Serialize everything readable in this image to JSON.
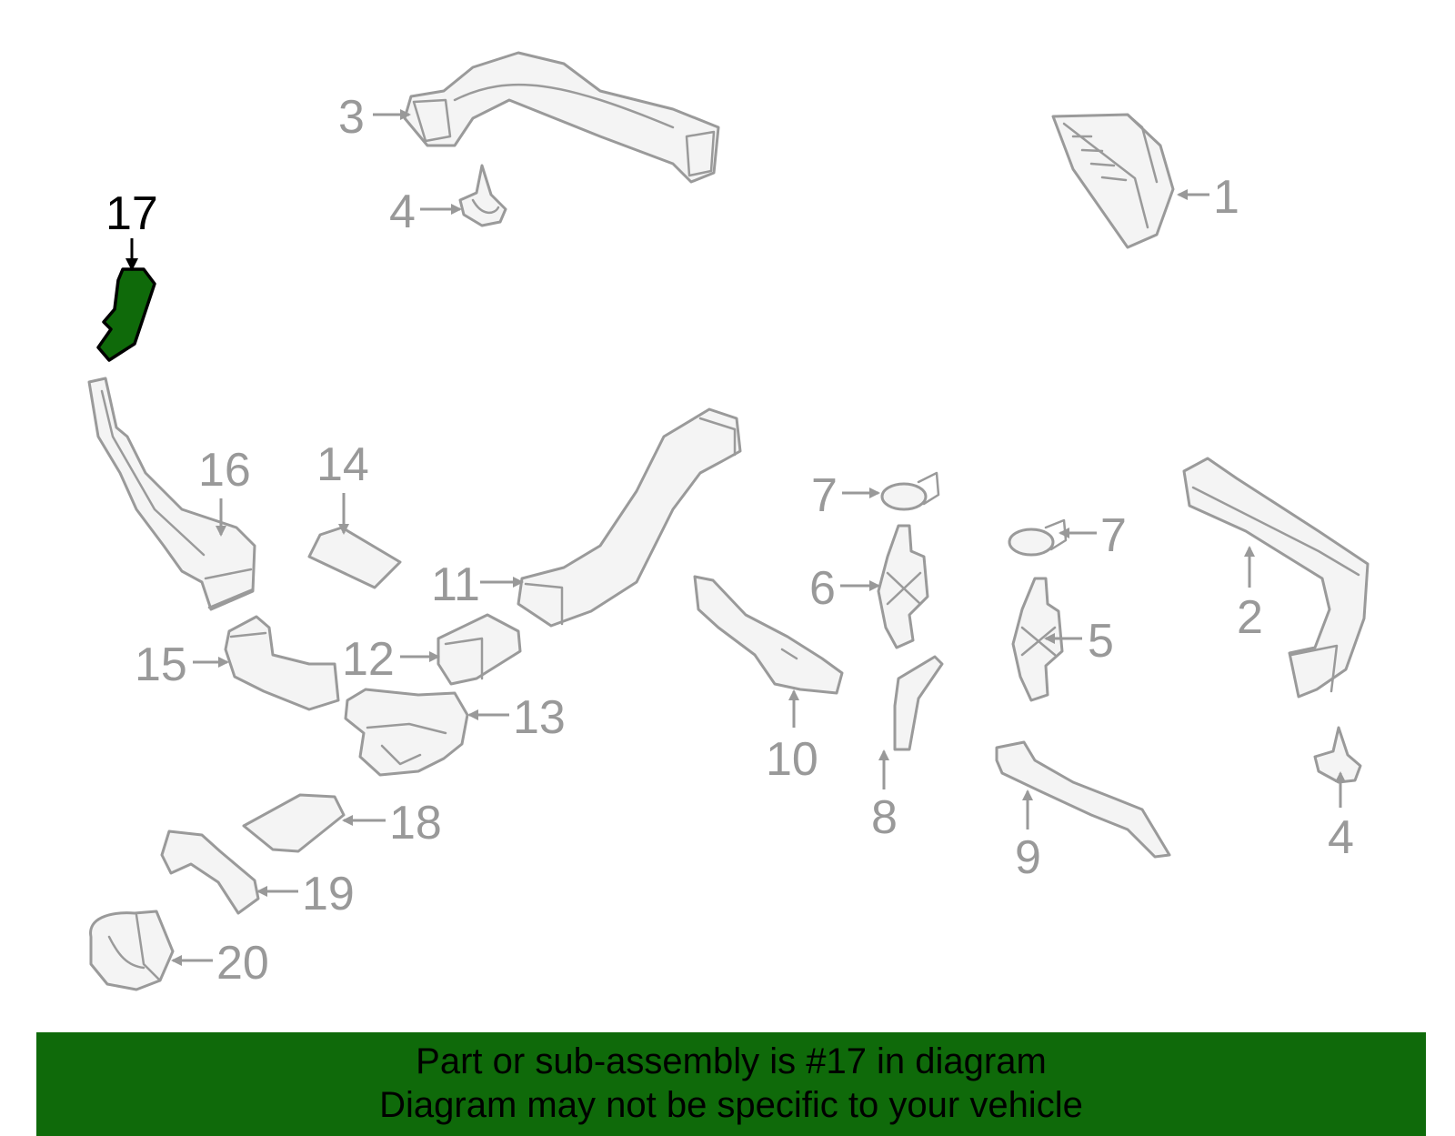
{
  "highlight_color": "#0f6a0a",
  "part_color": "#9a9a9a",
  "callouts": {
    "p1": "1",
    "p2": "2",
    "p3": "3",
    "p4a": "4",
    "p4b": "4",
    "p5": "5",
    "p6": "6",
    "p7a": "7",
    "p7b": "7",
    "p8": "8",
    "p9": "9",
    "p10": "10",
    "p11": "11",
    "p12": "12",
    "p13": "13",
    "p14": "14",
    "p15": "15",
    "p16": "16",
    "p17": "17",
    "p18": "18",
    "p19": "19",
    "p20": "20"
  },
  "highlighted_part": "17",
  "banner": {
    "line1": "Part or sub-assembly is #17 in diagram",
    "line2": "Diagram may not be specific to your vehicle"
  }
}
